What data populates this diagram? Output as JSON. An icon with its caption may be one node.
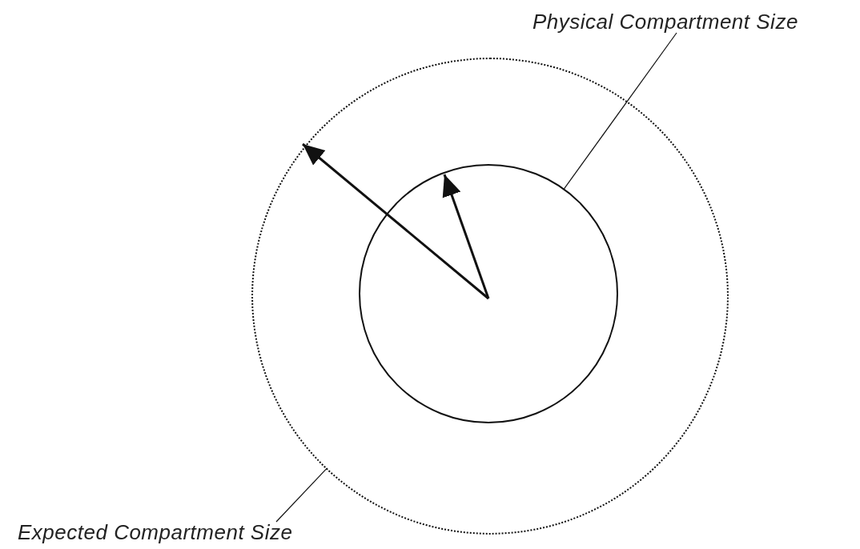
{
  "diagram": {
    "nodes": [
      {
        "text": [
          "Physical Compartment Size"
        ]
      },
      {
        "text": [
          "Expected Compartment Size"
        ]
      },
      {
        "text": [],
        "shape": "circle",
        "in": 3
      },
      {
        "text": [],
        "shape": "circle"
      }
    ],
    "edges": [
      {
        "from": 0,
        "to": 2,
        "arrow": "none"
      },
      {
        "from": 1,
        "to": 3,
        "arrow": "none"
      }
    ]
  }
}
